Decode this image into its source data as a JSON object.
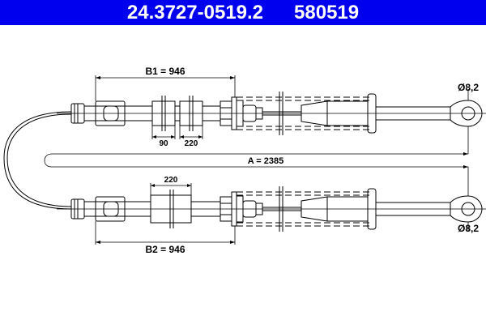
{
  "header": {
    "part_number": "24.3727-0519.2",
    "ref_number": "580519",
    "background_color": "#0000ee"
  },
  "drawing": {
    "type": "brake cable technical drawing",
    "dimensions": {
      "b1": "B1 = 946",
      "b2": "B2 = 946",
      "a": "A = 2385",
      "upper_spacing_1": "90",
      "upper_spacing_2": "220",
      "lower_spacing": "220",
      "upper_eye_diameter": "Ø8,2",
      "lower_eye_diameter": "Ø8,2"
    }
  }
}
